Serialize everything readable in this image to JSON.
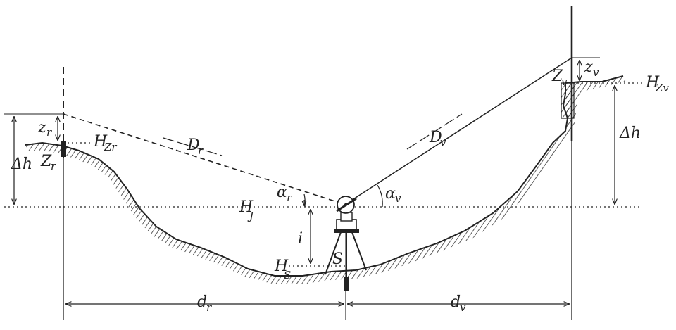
{
  "diagram": {
    "type": "trigonometric-height-survey",
    "ink_color": "#222222",
    "background": "#ffffff",
    "labels": {
      "dh_left_main": "Δh",
      "zr_main": "z",
      "zr_sub": "r",
      "Zr_main": "Z",
      "Zr_sub": "r",
      "HZr_main": "H",
      "HZr_sub": "Zr",
      "Dr_main": "D",
      "Dr_sub": "r",
      "ar_main": "α",
      "ar_sub": "r",
      "HJ_main": "H",
      "HJ_sub": "J",
      "i": "i",
      "S": "S",
      "HS_main": "H",
      "HS_sub": "S",
      "dr_main": "d",
      "dr_sub": "r",
      "Dv_main": "D",
      "Dv_sub": "v",
      "av_main": "α",
      "av_sub": "v",
      "zv_main": "z",
      "zv_sub": "v",
      "Zv_main": "Z",
      "Zv_sub": "v",
      "HZv_main": "H",
      "HZv_sub": "Zv",
      "dh_right_main": "Δh",
      "dv_main": "d",
      "dv_sub": "v"
    }
  }
}
